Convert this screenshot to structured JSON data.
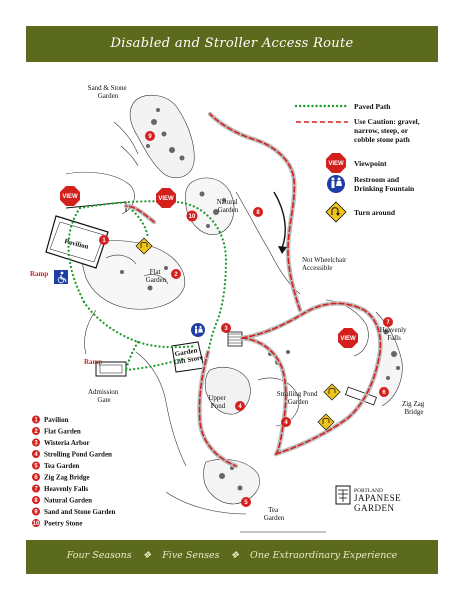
{
  "title": "Disabled and Stroller Access Route",
  "tagline": [
    "Four Seasons",
    "Five Senses",
    "One Extraordinary Experience"
  ],
  "tagline_separator": "❖",
  "legend": {
    "paved_path": "Paved Path",
    "caution_lines": [
      "Use Caution: gravel,",
      "narrow, steep, or",
      "cobble stone path"
    ],
    "viewpoint": "Viewpoint",
    "restroom_lines": [
      "Restroom and",
      "Drinking Fountain"
    ],
    "turn_around": "Turn around",
    "paved_color": "#1f9a2c",
    "caution_color": "#d4201c"
  },
  "map_labels": {
    "sand_stone": [
      "Sand & Stone",
      "Garden"
    ],
    "natural": [
      "Natural",
      "Garden"
    ],
    "pavilion": "Pavilion",
    "flat": [
      "Flat",
      "Garden"
    ],
    "not_wheelchair": [
      "Not Wheelchair",
      "Accessible"
    ],
    "heavenly_falls": [
      "Heavenly",
      "Falls"
    ],
    "ramp_left": "Ramp",
    "ramp_bottom": "Ramp",
    "gift_store": [
      "Garden",
      "Gift Store"
    ],
    "admission": [
      "Admission",
      "Gate"
    ],
    "strolling": [
      "Strolling Pond",
      "Garden"
    ],
    "zigzag": [
      "Zig Zag",
      "Bridge"
    ],
    "upper_pond": [
      "Upper",
      "Pond"
    ],
    "tea_garden": [
      "Tea",
      "Garden"
    ],
    "view_badge": "VIEW"
  },
  "numbered_list": [
    {
      "num": "1",
      "name": "Pavilion"
    },
    {
      "num": "2",
      "name": "Flat Garden"
    },
    {
      "num": "3",
      "name": "Wisteria Arbor"
    },
    {
      "num": "4",
      "name": "Strolling Pond Garden"
    },
    {
      "num": "5",
      "name": "Tea Garden"
    },
    {
      "num": "6",
      "name": "Zig Zag Bridge"
    },
    {
      "num": "7",
      "name": "Heavenly Falls"
    },
    {
      "num": "8",
      "name": "Natural Garden"
    },
    {
      "num": "9",
      "name": "Sand and Stone Garden"
    },
    {
      "num": "10",
      "name": "Poetry Stone"
    }
  ],
  "logo": {
    "line1": "PORTLAND",
    "line2": "JAPANESE",
    "line3": "GARDEN"
  }
}
